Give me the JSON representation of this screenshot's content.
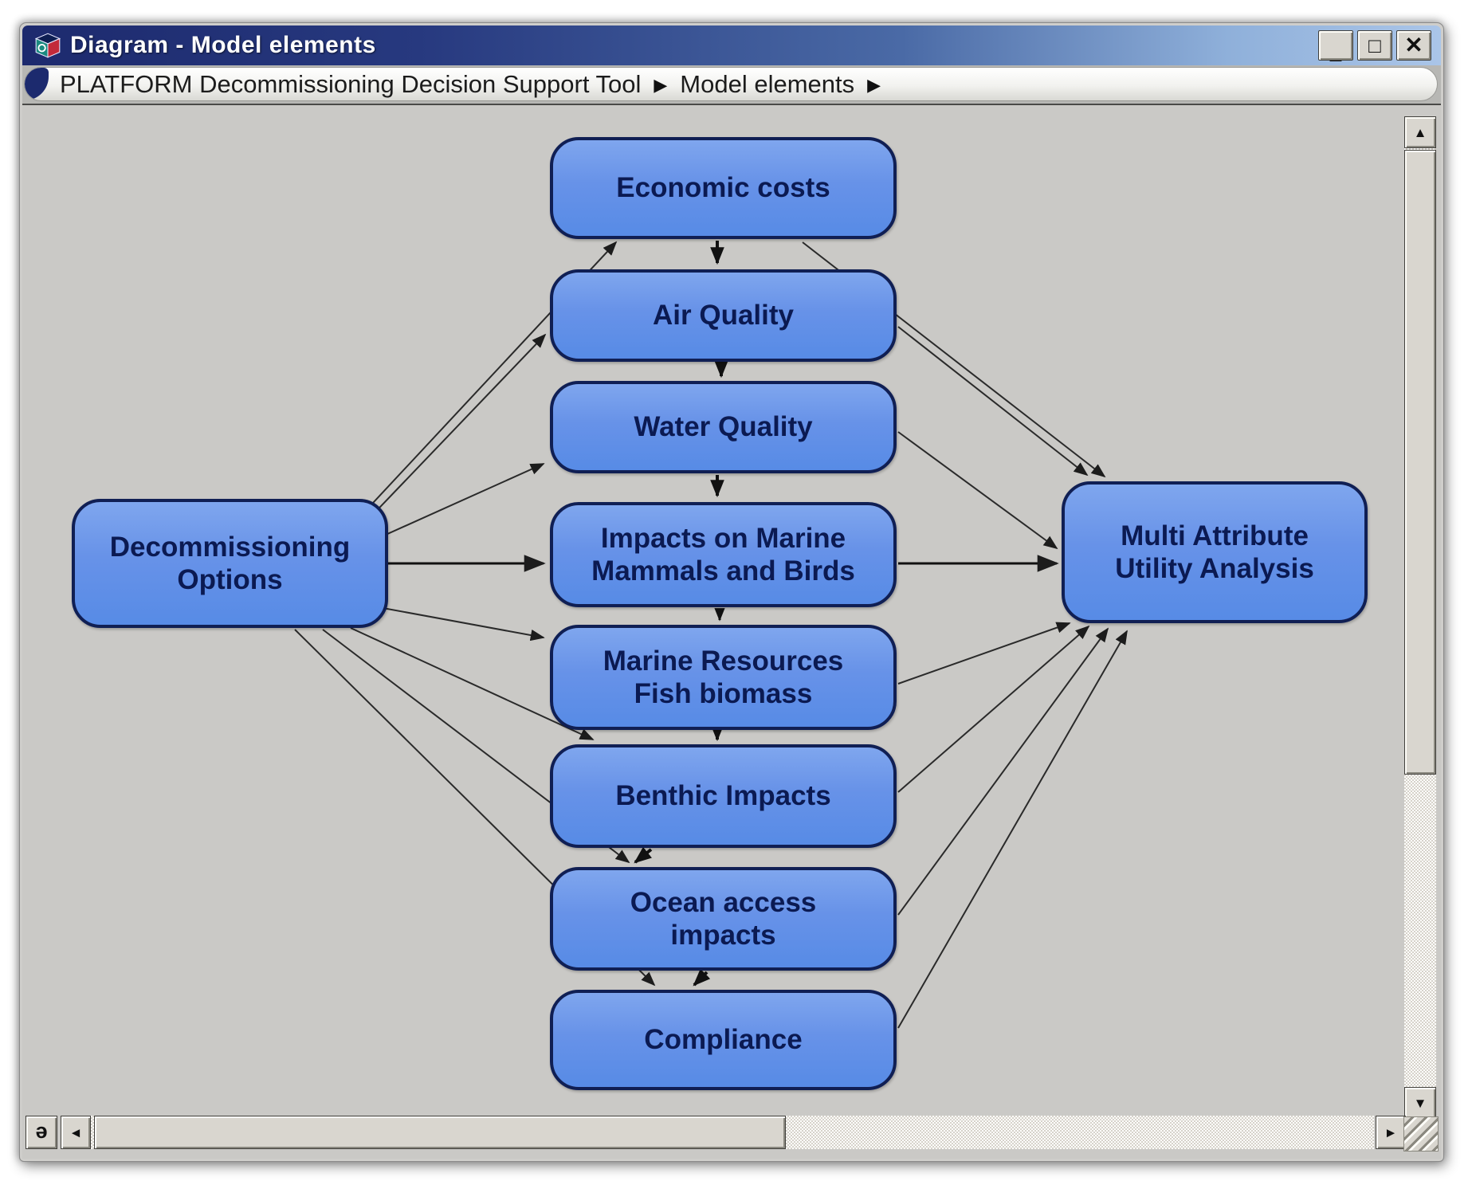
{
  "window": {
    "title": "Diagram - Model elements",
    "controls": {
      "minimize_glyph": "_",
      "maximize_glyph": "□",
      "close_glyph": "✕"
    }
  },
  "breadcrumb": {
    "separator": "▶",
    "items": [
      "PLATFORM Decommissioning Decision Support Tool",
      "Model elements"
    ]
  },
  "diagram": {
    "nodes": [
      {
        "id": "decommissioning_options",
        "label": "Decommissioning\nOptions"
      },
      {
        "id": "economic_costs",
        "label": "Economic costs"
      },
      {
        "id": "air_quality",
        "label": "Air Quality"
      },
      {
        "id": "water_quality",
        "label": "Water Quality"
      },
      {
        "id": "impacts_marine_mammals_birds",
        "label": "Impacts on Marine\nMammals and Birds"
      },
      {
        "id": "marine_resources_fish_biomass",
        "label": "Marine Resources\nFish biomass"
      },
      {
        "id": "benthic_impacts",
        "label": "Benthic Impacts"
      },
      {
        "id": "ocean_access_impacts",
        "label": "Ocean access\nimpacts"
      },
      {
        "id": "compliance",
        "label": "Compliance"
      },
      {
        "id": "multi_attribute_utility_analysis",
        "label": "Multi Attribute\nUtility Analysis"
      }
    ],
    "edges": [
      {
        "from": "decommissioning_options",
        "to": "economic_costs"
      },
      {
        "from": "decommissioning_options",
        "to": "air_quality"
      },
      {
        "from": "decommissioning_options",
        "to": "water_quality"
      },
      {
        "from": "decommissioning_options",
        "to": "impacts_marine_mammals_birds"
      },
      {
        "from": "decommissioning_options",
        "to": "marine_resources_fish_biomass"
      },
      {
        "from": "decommissioning_options",
        "to": "benthic_impacts"
      },
      {
        "from": "decommissioning_options",
        "to": "ocean_access_impacts"
      },
      {
        "from": "decommissioning_options",
        "to": "compliance"
      },
      {
        "from": "economic_costs",
        "to": "air_quality"
      },
      {
        "from": "air_quality",
        "to": "water_quality"
      },
      {
        "from": "water_quality",
        "to": "impacts_marine_mammals_birds"
      },
      {
        "from": "impacts_marine_mammals_birds",
        "to": "marine_resources_fish_biomass"
      },
      {
        "from": "marine_resources_fish_biomass",
        "to": "benthic_impacts"
      },
      {
        "from": "benthic_impacts",
        "to": "ocean_access_impacts"
      },
      {
        "from": "ocean_access_impacts",
        "to": "compliance"
      },
      {
        "from": "economic_costs",
        "to": "multi_attribute_utility_analysis"
      },
      {
        "from": "air_quality",
        "to": "multi_attribute_utility_analysis"
      },
      {
        "from": "water_quality",
        "to": "multi_attribute_utility_analysis"
      },
      {
        "from": "impacts_marine_mammals_birds",
        "to": "multi_attribute_utility_analysis"
      },
      {
        "from": "marine_resources_fish_biomass",
        "to": "multi_attribute_utility_analysis"
      },
      {
        "from": "benthic_impacts",
        "to": "multi_attribute_utility_analysis"
      },
      {
        "from": "ocean_access_impacts",
        "to": "multi_attribute_utility_analysis"
      },
      {
        "from": "compliance",
        "to": "multi_attribute_utility_analysis"
      }
    ],
    "colors": {
      "node_fill": "#6792e8",
      "node_border": "#101f54",
      "node_text": "#0b1a52",
      "edge": "#1c1c1c",
      "canvas_bg": "#cac9c6",
      "titlebar_left": "#1d2a6e",
      "titlebar_right": "#aac5e8"
    }
  },
  "scrollbars": {
    "vertical": {
      "up_glyph": "▲",
      "down_glyph": "▼"
    },
    "horizontal": {
      "left_glyph": "◄",
      "right_glyph": "►"
    },
    "corner_button_glyph": "ə"
  }
}
